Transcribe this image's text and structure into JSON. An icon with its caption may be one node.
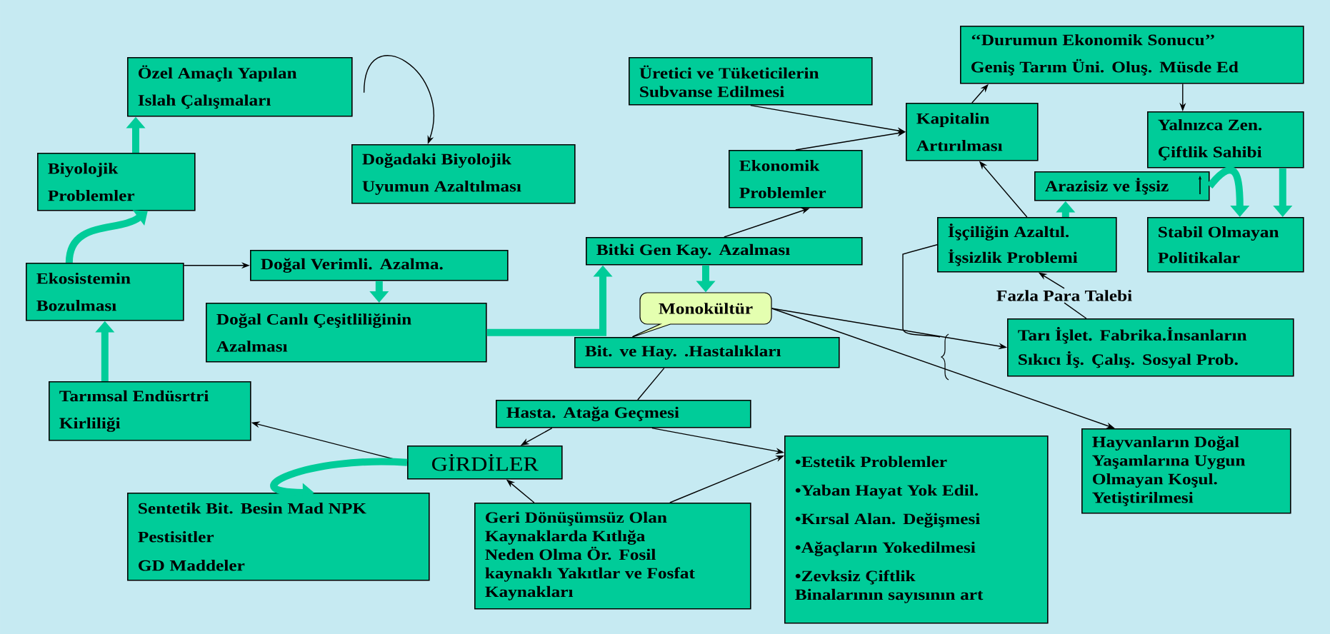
{
  "diagram": {
    "nodes": [
      {
        "text": [
          "Özel Amaçlı Yapılan Islah Çalışmaları"
        ]
      },
      {
        "text": [
          "Doğadaki Biyolojik Uyumun Azaltılması"
        ]
      },
      {
        "text": [
          "Biyolojik Problemler"
        ]
      },
      {
        "text": [
          "Ekosistemin Bozulması"
        ]
      },
      {
        "text": [
          "Doğal Verimli. Azalma."
        ]
      },
      {
        "text": [
          "Doğal Canlı Çeşitliliğinin Azalması"
        ]
      },
      {
        "text": [
          "Tarımsal Endüsrtri Kirliliği"
        ]
      },
      {
        "text": [
          "Üretici ve Tüketicilerin Subvanse Edilmesi"
        ]
      },
      {
        "text": [
          "‘‘Durumun Ekonomik Sonucu’’",
          "Geniş Tarım Üni. Oluş. Müsde Ed"
        ]
      },
      {
        "text": [
          "Kapitalin Artırılması"
        ]
      },
      {
        "text": [
          "Yalnızca Zen. Çiftlik Sahibi"
        ]
      },
      {
        "text": [
          "Ekonomik Problemler"
        ]
      },
      {
        "text": [
          "Arazisiz ve İşsiz"
        ]
      },
      {
        "text": [
          "İşçiliğin Azaltıl. İşsizlik Problemi"
        ]
      },
      {
        "text": [
          "Stabil Olmayan Politikalar"
        ]
      },
      {
        "text": [
          "Bitki Gen Kay. Azalması"
        ]
      },
      {
        "text": [
          "Monokültür"
        ]
      },
      {
        "text": [
          "Fazla Para Talebi"
        ]
      },
      {
        "text": [
          "Tarı İşlet. Fabrika.İnsanların Sıkıcı İş. Çalış. Sosyal Prob."
        ]
      },
      {
        "text": [
          "Bit. ve Hay. .Hastalıkları"
        ]
      },
      {
        "text": [
          "Hasta. Atağa Geçmesi"
        ]
      },
      {
        "text": [
          "GİRDİLER"
        ]
      },
      {
        "text": [
          "Sentetik Bit. Besin Mad NPK",
          "Pestisitler",
          "GD Maddeler"
        ]
      },
      {
        "text": [
          "Geri Dönüşümsüz Olan Kaynaklarda Kıtlığa Neden Olma Ör. Fosil kaynaklı Yakıtlar ve Fosfat Kaynakları"
        ]
      },
      {
        "text": [
          "•Estetik Problemler",
          "•Yaban Hayat Yok Edil.",
          "•Kırsal Alan. Değişmesi",
          "•Ağaçların Yokedilmesi",
          "•Zevksiz Çiftlik Binalarının sayısının art"
        ]
      },
      {
        "text": [
          "Hayvanların Doğal Yaşamlarına Uygun Olmayan Koşul. Yetiştirilmesi"
        ]
      }
    ],
    "edges": [
      {
        "from": 2,
        "to": 0,
        "arrow": "to",
        "style": "thick",
        "color": "#00cc99"
      },
      {
        "from": 0,
        "to": 1,
        "arrow": "to"
      },
      {
        "from": 3,
        "to": 2,
        "arrow": "to",
        "style": "thick",
        "color": "#00cc99"
      },
      {
        "from": 3,
        "to": 4,
        "arrow": "to"
      },
      {
        "from": 4,
        "to": 5,
        "arrow": "to",
        "style": "thick",
        "color": "#00cc99"
      },
      {
        "from": 6,
        "to": 3,
        "arrow": "to",
        "style": "thick",
        "color": "#00cc99"
      },
      {
        "from": 5,
        "to": 15,
        "arrow": "to",
        "style": "thick",
        "color": "#00cc99"
      },
      {
        "from": 15,
        "to": 16,
        "arrow": "to",
        "style": "thick",
        "color": "#00cc99"
      },
      {
        "from": 15,
        "to": 11,
        "arrow": "to"
      },
      {
        "from": 11,
        "to": 9,
        "arrow": "to"
      },
      {
        "from": 7,
        "to": 9,
        "arrow": "to"
      },
      {
        "from": 9,
        "to": 8,
        "arrow": "to"
      },
      {
        "from": 8,
        "to": 10,
        "arrow": "to"
      },
      {
        "from": 10,
        "to": 14,
        "arrow": "to",
        "style": "thick",
        "color": "#00cc99"
      },
      {
        "from": 13,
        "to": 9,
        "arrow": "to"
      },
      {
        "from": 13,
        "to": 12,
        "arrow": "to",
        "style": "thick",
        "color": "#00cc99"
      },
      {
        "from": 12,
        "to": 14,
        "arrow": "to",
        "style": "thick",
        "color": "#00cc99"
      },
      {
        "from": 17,
        "to": 13,
        "arrow": "to"
      },
      {
        "from": 18,
        "to": 17,
        "arrow": "none"
      },
      {
        "from": 16,
        "to": 18,
        "arrow": "to"
      },
      {
        "from": 16,
        "to": 25,
        "arrow": "to"
      },
      {
        "from": 19,
        "to": 20,
        "arrow": "none"
      },
      {
        "from": 20,
        "to": 21,
        "arrow": "to"
      },
      {
        "from": 20,
        "to": 24,
        "arrow": "to"
      },
      {
        "from": 21,
        "to": 6,
        "arrow": "to"
      },
      {
        "from": 23,
        "to": 21,
        "arrow": "to"
      },
      {
        "from": 23,
        "to": 24,
        "arrow": "to"
      },
      {
        "from": 21,
        "to": 22,
        "arrow": "to",
        "style": "thick",
        "color": "#00cc99"
      },
      {
        "from": 13,
        "to": null,
        "arrow": "none"
      }
    ]
  }
}
